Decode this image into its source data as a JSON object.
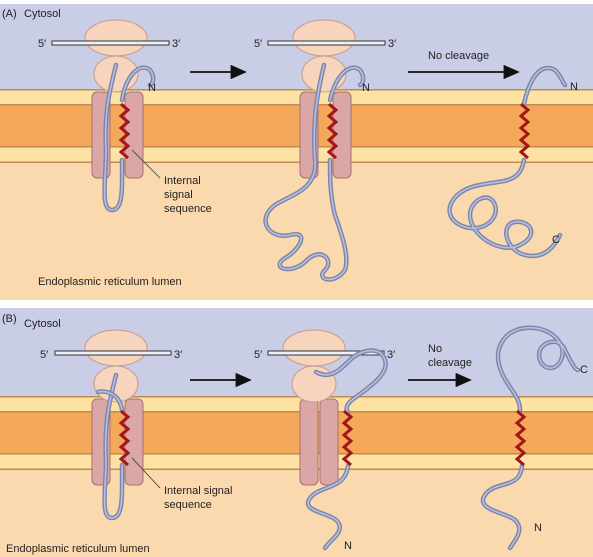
{
  "colors": {
    "cytosol": "#c9cde6",
    "lumen": "#fbd9ae",
    "membrane_outer": "#fde2a3",
    "membrane_core": "#f5a85a",
    "ribosome": "#f6d4bd",
    "ribosome_edge": "#c79a86",
    "translocon": "#dba6a6",
    "translocon_edge": "#a7706f",
    "polypeptide": "#7c86ad",
    "polypeptide_core": "#b9c0dc",
    "signal_sequence": "#a3151a",
    "arrow": "#111111"
  },
  "panels": [
    {
      "id": "(A)",
      "cytosol_label": "Cytosol",
      "lumen_label": "Endoplasmic reticulum lumen",
      "mrna_5": "5′",
      "mrna_3": "3′",
      "signal_label_line1": "Internal",
      "signal_label_line2": "signal",
      "signal_label_line3": "sequence",
      "stage2_5": "5′",
      "stage2_3": "3′",
      "terminus_top": "N",
      "terminus_top_stage2": "N",
      "arrow2_label_line1": "No cleavage",
      "arrow2_label_line2": "",
      "final_terminus_top": "N",
      "final_terminus_bottom": "C"
    },
    {
      "id": "(B)",
      "cytosol_label": "Cytosol",
      "lumen_label": "Endoplasmic reticulum lumen",
      "mrna_5": "5′",
      "mrna_3": "3′",
      "signal_label_line1": "Internal signal",
      "signal_label_line2": "sequence",
      "stage2_5": "5′",
      "stage2_3": "3′",
      "stage2_terminus": "N",
      "arrow2_label_line1": "No",
      "arrow2_label_line2": "cleavage",
      "final_terminus_top": "C",
      "final_terminus_bottom": "N"
    }
  ]
}
